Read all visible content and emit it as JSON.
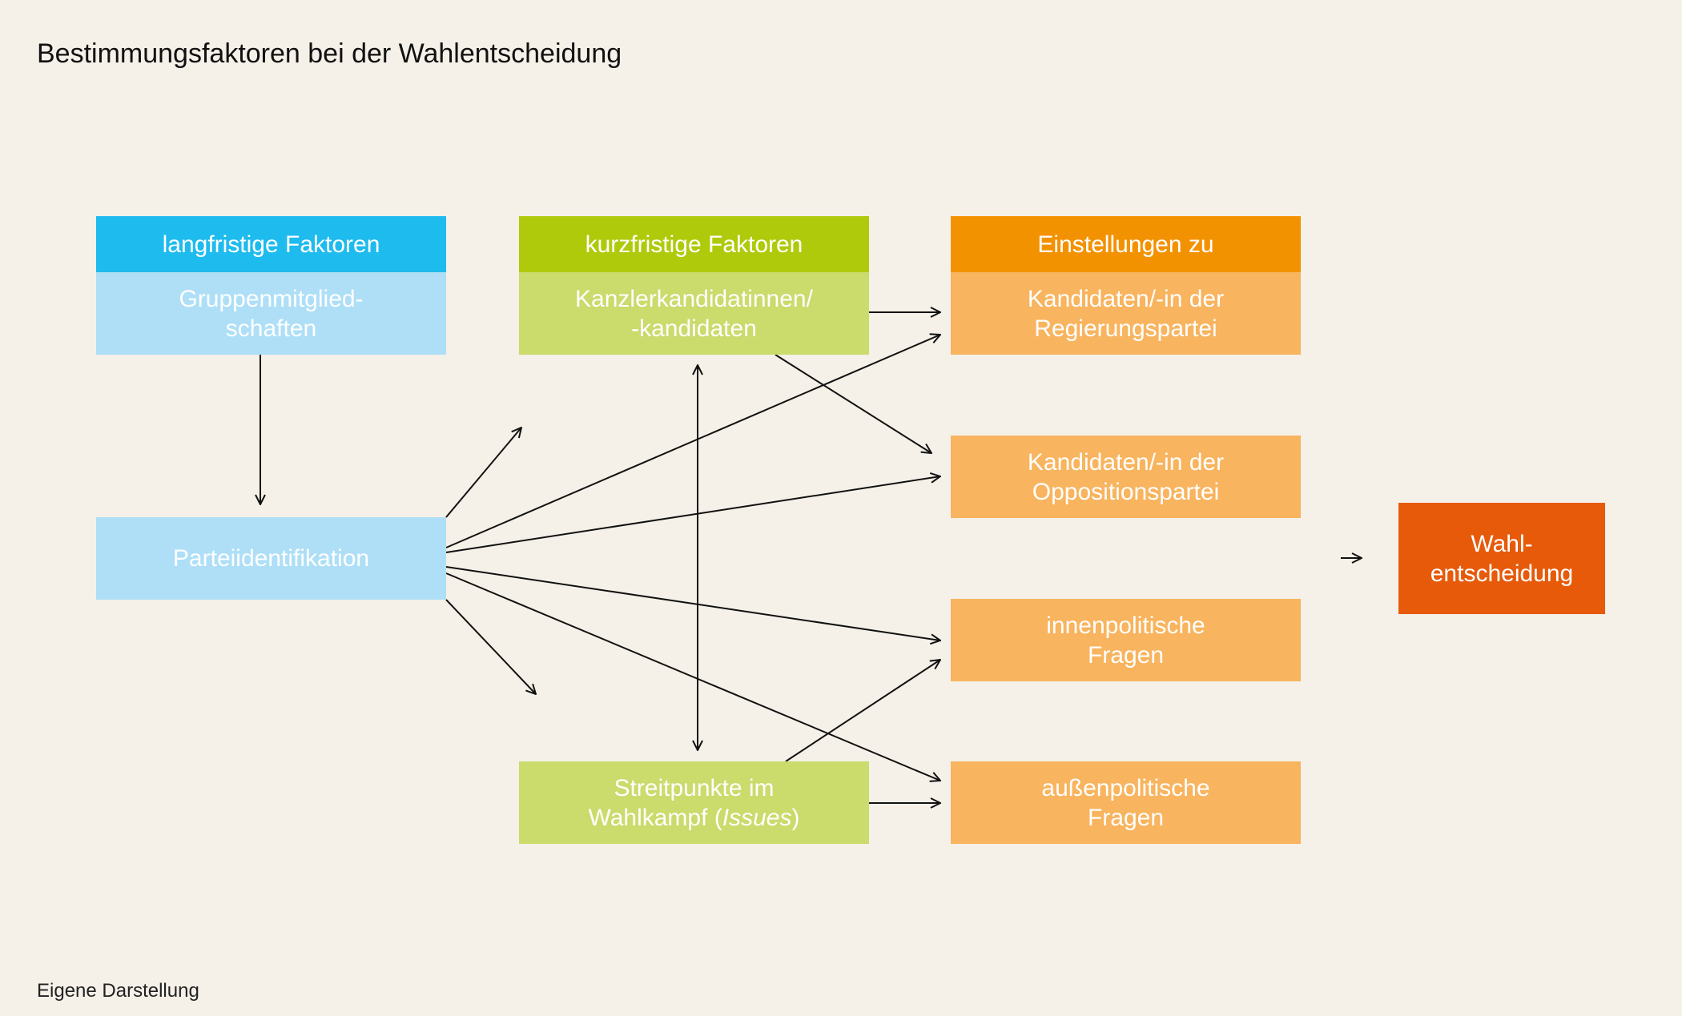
{
  "title": "Bestimmungsfaktoren bei der Wahlentscheidung",
  "source": "Eigene Darstellung",
  "colors": {
    "background": "#f5f0e8",
    "long_header": "#1ebbee",
    "long_box": "#aedff7",
    "short_header": "#afca0b",
    "short_box": "#cbdb6c",
    "att_header": "#f39200",
    "att_box": "#f8b45e",
    "decision": "#e65a0a",
    "arrow": "#111111"
  },
  "headers": {
    "long": "langfristige Faktoren",
    "short": "kurzfristige Faktoren",
    "attitudes": "Einstellungen zu"
  },
  "boxes": {
    "gruppen": {
      "line1": "Gruppenmitglied-",
      "line2": "schaften"
    },
    "partei": {
      "line1": "Parteiidentifikation"
    },
    "kanzler": {
      "line1": "Kanzlerkandidatinnen/",
      "line2": "-kandidaten"
    },
    "streit": {
      "line1": "Streitpunkte im",
      "line2a": "Wahlkampf (",
      "line2b": "Issues",
      "line2c": ")"
    },
    "reg": {
      "line1": "Kandidaten/-in der",
      "line2": "Regierungspartei"
    },
    "opp": {
      "line1": "Kandidaten/-in der",
      "line2": "Oppositionspartei"
    },
    "innen": {
      "line1": "innenpolitische",
      "line2": "Fragen"
    },
    "aussen": {
      "line1": "außenpolitische",
      "line2": "Fragen"
    },
    "wahl": {
      "line1": "Wahl-",
      "line2": "entscheidung"
    }
  }
}
